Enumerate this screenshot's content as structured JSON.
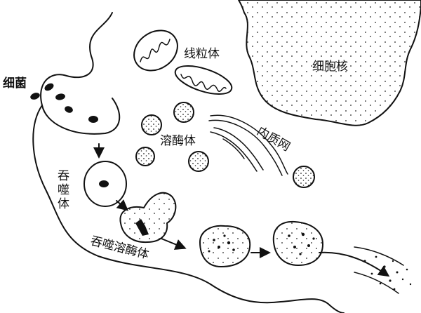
{
  "labels": {
    "bacteria": "细菌",
    "mitochondria": "线粒体",
    "nucleus": "细胞核",
    "lysosome": "溶酶体",
    "endoplasmic_reticulum": "内质网",
    "phagosome": [
      "吞",
      "噬",
      "体"
    ],
    "phagolysosome": "吞噬溶酶体"
  }
}
